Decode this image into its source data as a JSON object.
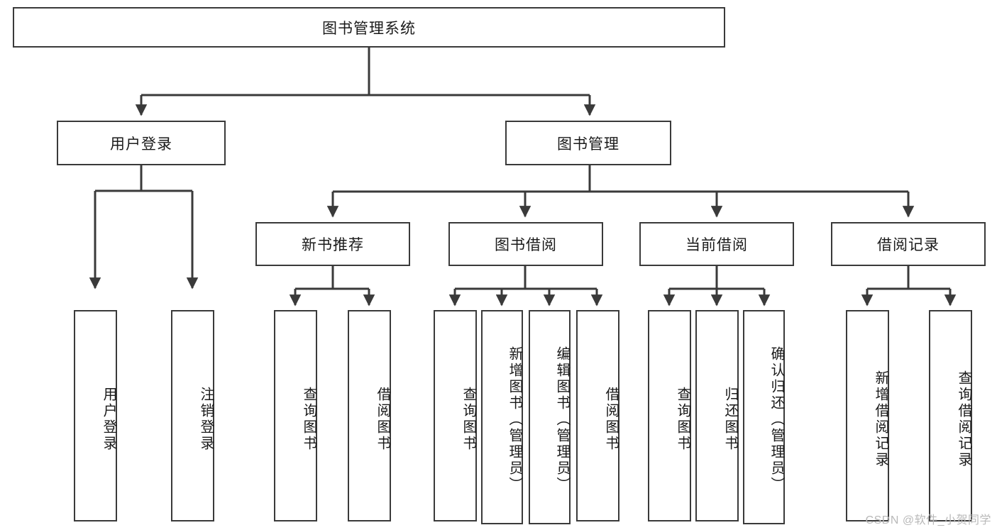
{
  "diagram": {
    "type": "tree-hierarchy-flowchart",
    "title": "图书管理系统",
    "root": {
      "id": "root",
      "label": "图书管理系统",
      "orientation": "horizontal"
    },
    "level1": [
      {
        "id": "user-login",
        "label": "用户登录",
        "orientation": "horizontal"
      },
      {
        "id": "book-manage",
        "label": "图书管理",
        "orientation": "horizontal"
      }
    ],
    "level2": [
      {
        "id": "new-book-recommend",
        "label": "新书推荐",
        "orientation": "horizontal",
        "parent": "book-manage"
      },
      {
        "id": "book-borrow",
        "label": "图书借阅",
        "orientation": "horizontal",
        "parent": "book-manage"
      },
      {
        "id": "current-borrow",
        "label": "当前借阅",
        "orientation": "horizontal",
        "parent": "book-manage"
      },
      {
        "id": "borrow-record",
        "label": "借阅记录",
        "orientation": "horizontal",
        "parent": "book-manage"
      }
    ],
    "leaves": [
      {
        "id": "leaf-user-login",
        "label": "用户登录",
        "parent": "user-login",
        "orientation": "vertical"
      },
      {
        "id": "leaf-logout",
        "label": "注销登录",
        "parent": "user-login",
        "orientation": "vertical"
      },
      {
        "id": "leaf-query-book-1",
        "label": "查询图书",
        "parent": "new-book-recommend",
        "orientation": "vertical"
      },
      {
        "id": "leaf-borrow-book-1",
        "label": "借阅图书",
        "parent": "new-book-recommend",
        "orientation": "vertical"
      },
      {
        "id": "leaf-query-book-2",
        "label": "查询图书",
        "parent": "book-borrow",
        "orientation": "vertical"
      },
      {
        "id": "leaf-add-book",
        "label": "新增图书（管理员）",
        "parent": "book-borrow",
        "orientation": "vertical"
      },
      {
        "id": "leaf-edit-book",
        "label": "编辑图书（管理员）",
        "parent": "book-borrow",
        "orientation": "vertical"
      },
      {
        "id": "leaf-borrow-book-2",
        "label": "借阅图书",
        "parent": "book-borrow",
        "orientation": "vertical"
      },
      {
        "id": "leaf-query-book-3",
        "label": "查询图书",
        "parent": "current-borrow",
        "orientation": "vertical"
      },
      {
        "id": "leaf-return-book",
        "label": "归还图书",
        "parent": "current-borrow",
        "orientation": "vertical"
      },
      {
        "id": "leaf-confirm-return",
        "label": "确认归还（管理员）",
        "parent": "current-borrow",
        "orientation": "vertical"
      },
      {
        "id": "leaf-add-record",
        "label": "新增借阅记录",
        "parent": "borrow-record",
        "orientation": "vertical"
      },
      {
        "id": "leaf-query-record",
        "label": "查询借阅记录",
        "parent": "borrow-record",
        "orientation": "vertical"
      }
    ],
    "colors": {
      "stroke": "#3a3a3a",
      "fill": "#ffffff",
      "text": "#1a1a1a",
      "watermark": "#b9b9b9"
    }
  },
  "watermark": {
    "text": "CSDN @软件_小贺同学"
  }
}
